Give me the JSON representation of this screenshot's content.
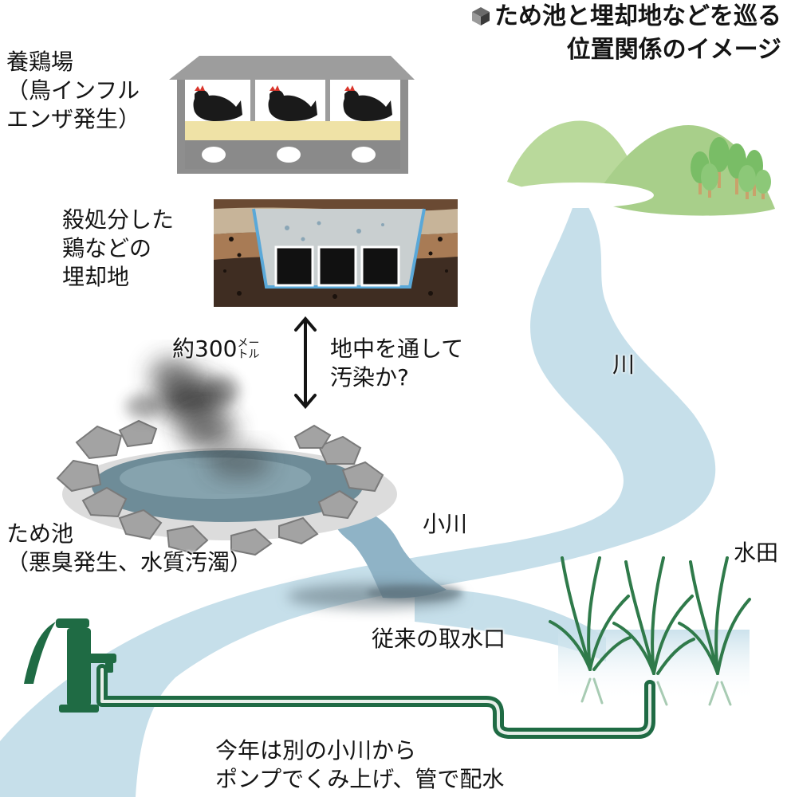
{
  "title": {
    "line1": "ため池と埋却地などを巡る",
    "line2": "位置関係のイメージ",
    "icon": "cube-icon"
  },
  "labels": {
    "poultry_farm": [
      "養鶏場",
      "（鳥インフル",
      "エンザ発生）"
    ],
    "burial_site": [
      "殺処分した",
      "鶏などの",
      "埋却地"
    ],
    "distance_value": "約300",
    "distance_unit_top": "メー",
    "distance_unit_bottom": "トル",
    "underground": [
      "地中を通して",
      "汚染か?"
    ],
    "river": "川",
    "stream": "小川",
    "pond": [
      "ため池",
      "（悪臭発生、水質汚濁）"
    ],
    "paddy": "水田",
    "old_intake": "従来の取水口",
    "new_source": [
      "今年は別の小川から",
      "ポンプでくみ上げ、管で配水"
    ]
  },
  "colors": {
    "river": "#c6dfea",
    "pond_water": "#6e8c98",
    "pipe": "#1f6b44",
    "hill": "#a8cf8a",
    "trees": "#7cbf6a",
    "soil_dark": "#3f2d22",
    "soil_mid": "#a87b55",
    "barn_roof": "#9d9d9d",
    "smoke": "#3a3a3a"
  }
}
